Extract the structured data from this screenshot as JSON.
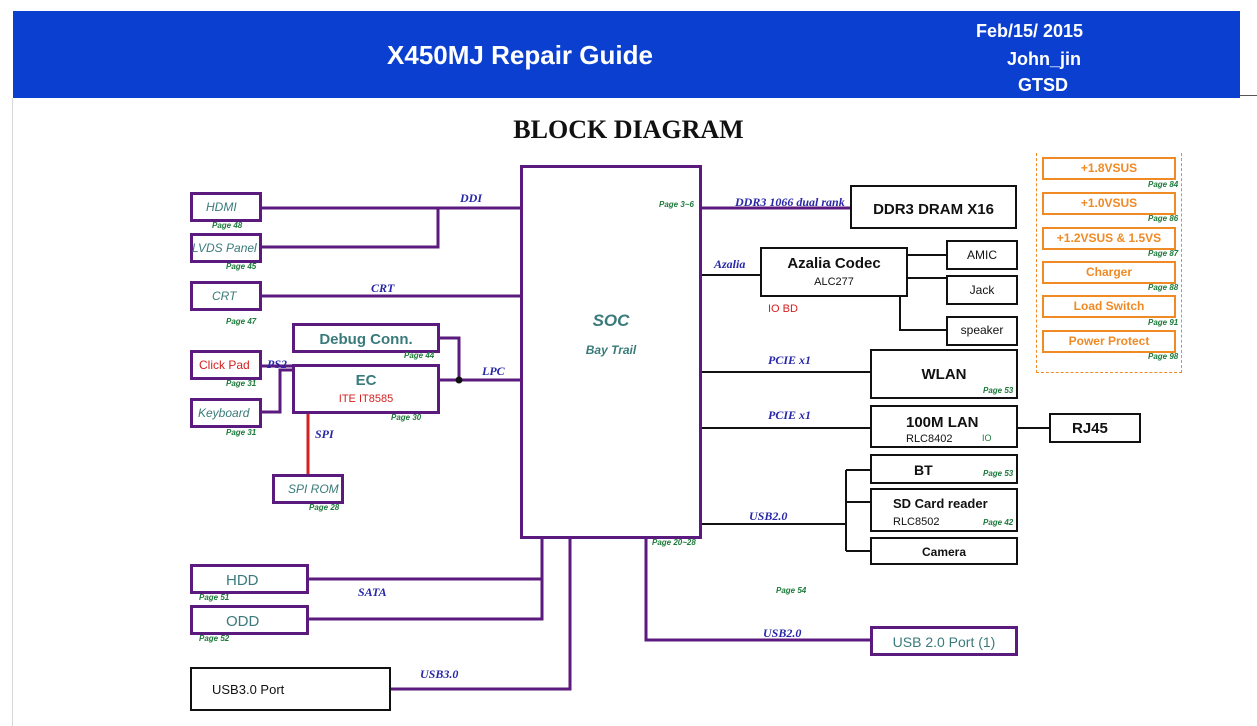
{
  "header": {
    "title": "X450MJ Repair Guide",
    "date": "Feb/15/ 2015",
    "author": "John_jin",
    "dept": "GTSD"
  },
  "diagram_title": "BLOCK DIAGRAM",
  "soc": {
    "name": "SOC",
    "sub": "Bay Trail",
    "page_top": "Page 3~6",
    "page_bottom": "Page 20~28"
  },
  "left": {
    "hdmi": "HDMI",
    "hdmi_page": "Page 48",
    "lvds": "LVDS Panel",
    "lvds_page": "Page 45",
    "crt": "CRT",
    "crt_page": "Page 47",
    "debug": "Debug Conn.",
    "debug_page": "Page 44",
    "ec": "EC",
    "ec_sub": "ITE IT8585",
    "ec_page": "Page 30",
    "clickpad": "Click Pad",
    "clickpad_page": "Page 31",
    "keyboard": "Keyboard",
    "keyboard_page": "Page 31",
    "spirom": "SPI ROM",
    "spirom_page": "Page 28",
    "hdd": "HDD",
    "hdd_page": "Page 51",
    "odd": "ODD",
    "odd_page": "Page 52",
    "usb3": "USB3.0 Port"
  },
  "right": {
    "ddr3": "DDR3 DRAM X16",
    "azalia": "Azalia Codec",
    "azalia_sub": "ALC277",
    "io_bd": "IO BD",
    "amic": "AMIC",
    "jack": "Jack",
    "speaker": "speaker",
    "wlan": "WLAN",
    "wlan_page": "Page 53",
    "lan": "100M LAN",
    "lan_sub": "RLC8402",
    "lan_io": "IO",
    "rj45": "RJ45",
    "bt": "BT",
    "bt_page": "Page 53",
    "sd": "SD Card reader",
    "sd_sub": "RLC8502",
    "sd_page": "Page 42",
    "camera": "Camera",
    "usb2port": "USB 2.0 Port (1)",
    "page54": "Page 54"
  },
  "buses": {
    "ddi": "DDI",
    "crt": "CRT",
    "ps2": "PS2",
    "lpc": "LPC",
    "spi": "SPI",
    "sata": "SATA",
    "usb3": "USB3.0",
    "ddr": "DDR3 1066 dual rank",
    "azalia": "Azalia",
    "pcie1": "PCIE x1",
    "pcie2": "PCIE x1",
    "usb2a": "USB2.0",
    "usb2b": "USB2.0"
  },
  "power": [
    {
      "label": "+1.8VSUS",
      "page": "Page 84"
    },
    {
      "label": "+1.0VSUS",
      "page": "Page 86"
    },
    {
      "label": "+1.2VSUS & 1.5VS",
      "page": "Page 87"
    },
    {
      "label": "Charger",
      "page": "Page 88"
    },
    {
      "label": "Load Switch",
      "page": "Page 91"
    },
    {
      "label": "Power Protect",
      "page": "Page 98"
    }
  ],
  "colors": {
    "banner": "#0a3fd0",
    "wire": "#5b1a7e",
    "power": "#f08a24",
    "spi": "#d42020"
  }
}
